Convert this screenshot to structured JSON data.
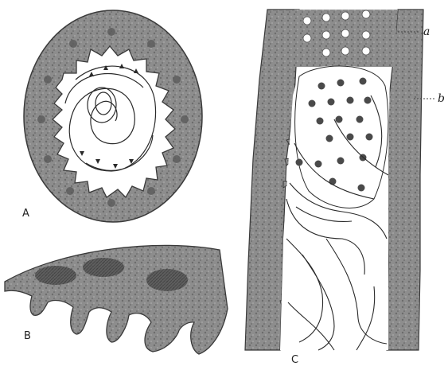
{
  "figure": {
    "panels": [
      {
        "id": "A",
        "label": "A"
      },
      {
        "id": "B",
        "label": "B"
      },
      {
        "id": "C",
        "label": "C"
      }
    ],
    "annotations": {
      "a": "a",
      "b": "b"
    },
    "colors": {
      "wall": "#8a8a8a",
      "wall_dark": "#5e5e5e",
      "line": "#2a2a2a",
      "background": "#ffffff"
    }
  }
}
